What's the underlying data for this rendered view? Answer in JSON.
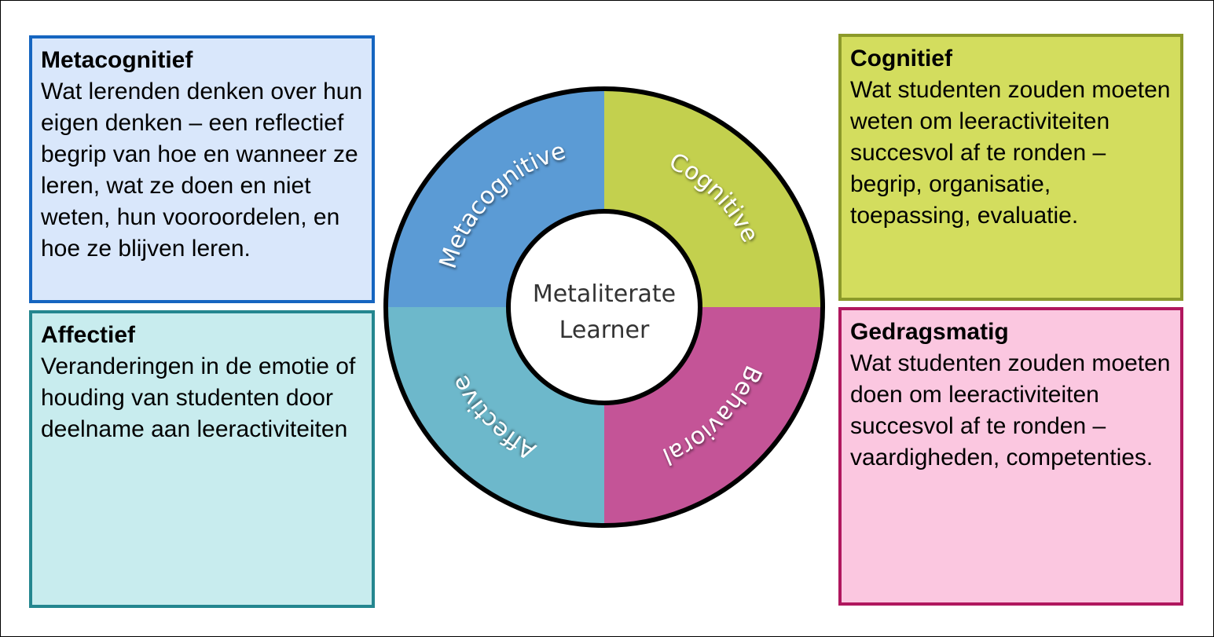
{
  "boxes": {
    "metacognitief": {
      "title": "Metacognitief",
      "body": "Wat lerenden denken over hun eigen denken – een reflectief begrip van hoe en wanneer ze leren, wat ze doen en niet weten, hun vooroordelen, en hoe ze blijven leren.",
      "border_color": "#1565C0",
      "fill_color": "#D9E7FB"
    },
    "affectief": {
      "title": "Affectief",
      "body": "Veranderingen in de emotie of houding van studenten door deelname aan leeractiviteiten",
      "border_color": "#24868F",
      "fill_color": "#C8ECEE"
    },
    "cognitief": {
      "title": "Cognitief",
      "body": "Wat studenten zouden moeten weten om leeractiviteiten succesvol af te ronden – begrip, organisatie, toepassing, evaluatie.",
      "border_color": "#8C9A2A",
      "fill_color": "#D3DD5E"
    },
    "gedragsmatig": {
      "title": "Gedragsmatig",
      "body": "Wat studenten zouden moeten doen om leeractiviteiten succesvol af te ronden – vaardigheden, competenties.",
      "border_color": "#B0175E",
      "fill_color": "#FBC7E0"
    }
  },
  "wheel": {
    "center_line1": "Metaliterate",
    "center_line2": "Learner",
    "segments": {
      "metacognitive": {
        "label": "Metacognitive",
        "color": "#5B9BD5"
      },
      "cognitive": {
        "label": "Cognitive",
        "color": "#C3D04E"
      },
      "behavioral": {
        "label": "Behavioral",
        "color": "#C45497"
      },
      "affective": {
        "label": "Affective",
        "color": "#6DB8CB"
      }
    }
  }
}
